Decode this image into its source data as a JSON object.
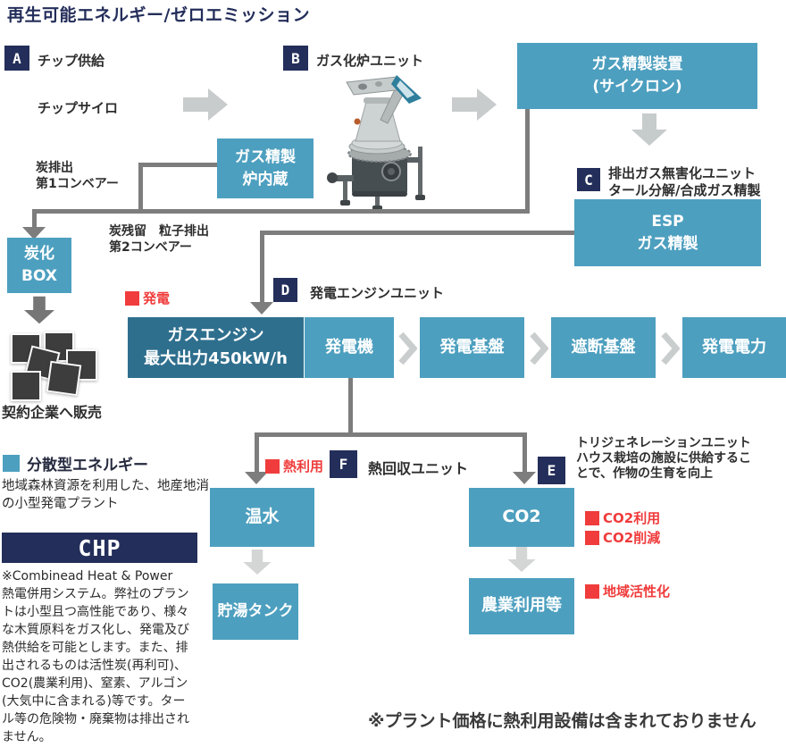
{
  "title": "再生可能エネルギー/ゼロエミッション",
  "colors": {
    "navy": "#242e5a",
    "box_blue": "#4d9fbf",
    "box_dark_blue": "#2f6f8e",
    "accent_red": "#f03c3c",
    "connector_gray": "#7d7d7d",
    "arrow_light_gray": "#c8cccc"
  },
  "steps": {
    "a": {
      "letter": "A",
      "label": "チップ供給"
    },
    "b": {
      "letter": "B",
      "label": "ガス化炉ユニット"
    },
    "c": {
      "letter": "C",
      "label": "排出ガス無害化ユニット\nタール分解/合成ガス精製"
    },
    "d": {
      "letter": "D",
      "label": "発電エンジンユニット"
    },
    "e": {
      "letter": "E",
      "label": "トリジェネレーションユニット\nハウス栽培の施設に供給するこ\nとで、作物の生育を向上"
    },
    "f": {
      "letter": "F",
      "label": "熱回収ユニット"
    }
  },
  "nodes": {
    "chip_silo": "チップサイロ",
    "cyclone": "ガス精製装置\n(サイクロン)",
    "furnace": "ガス精製\n炉内蔵",
    "esp": "ESP\nガス精製",
    "charcoal_box": "炭化\nBOX",
    "gas_engine": "ガスエンジン\n最大出力450kW/h",
    "generator": "発電機",
    "power_board": "発電基盤",
    "breaker_board": "遮断基盤",
    "generated_power": "発電電力",
    "hot_water": "温水",
    "hot_water_tank": "貯湯タンク",
    "co2": "CO2",
    "agriculture": "農業利用等"
  },
  "annotations": {
    "coal_discharge": "炭排出\n第1コンベアー",
    "coal_residue": "炭残留　粒子排出\n第2コンベアー",
    "sell": "契約企業へ販売",
    "footnote": "※プラント価格に熱利用設備は含まれておりません"
  },
  "legends": {
    "power": "発電",
    "heat": "熱利用",
    "co2_use": "CO2利用",
    "co2_reduce": "CO2削減",
    "region": "地域活性化"
  },
  "distributed": {
    "title": "分散型エネルギー",
    "desc": "地域森林資源を利用した、地産地消\nの小型発電プラント"
  },
  "chp": {
    "title": "CHP",
    "desc": "※Combinead Heat & Power\n熱電併用システム。弊社のプラン\nトは小型且つ高性能であり、様々\nな木質原料をガス化し、発電及び\n熱供給を可能とします。また、排\n出されるものは活性炭(再利可)、\nCO2(農業利用)、窒素、アルゴン\n(大気中に含まれる)等です。ター\nル等の危険物・廃棄物は排出され\nません。"
  }
}
